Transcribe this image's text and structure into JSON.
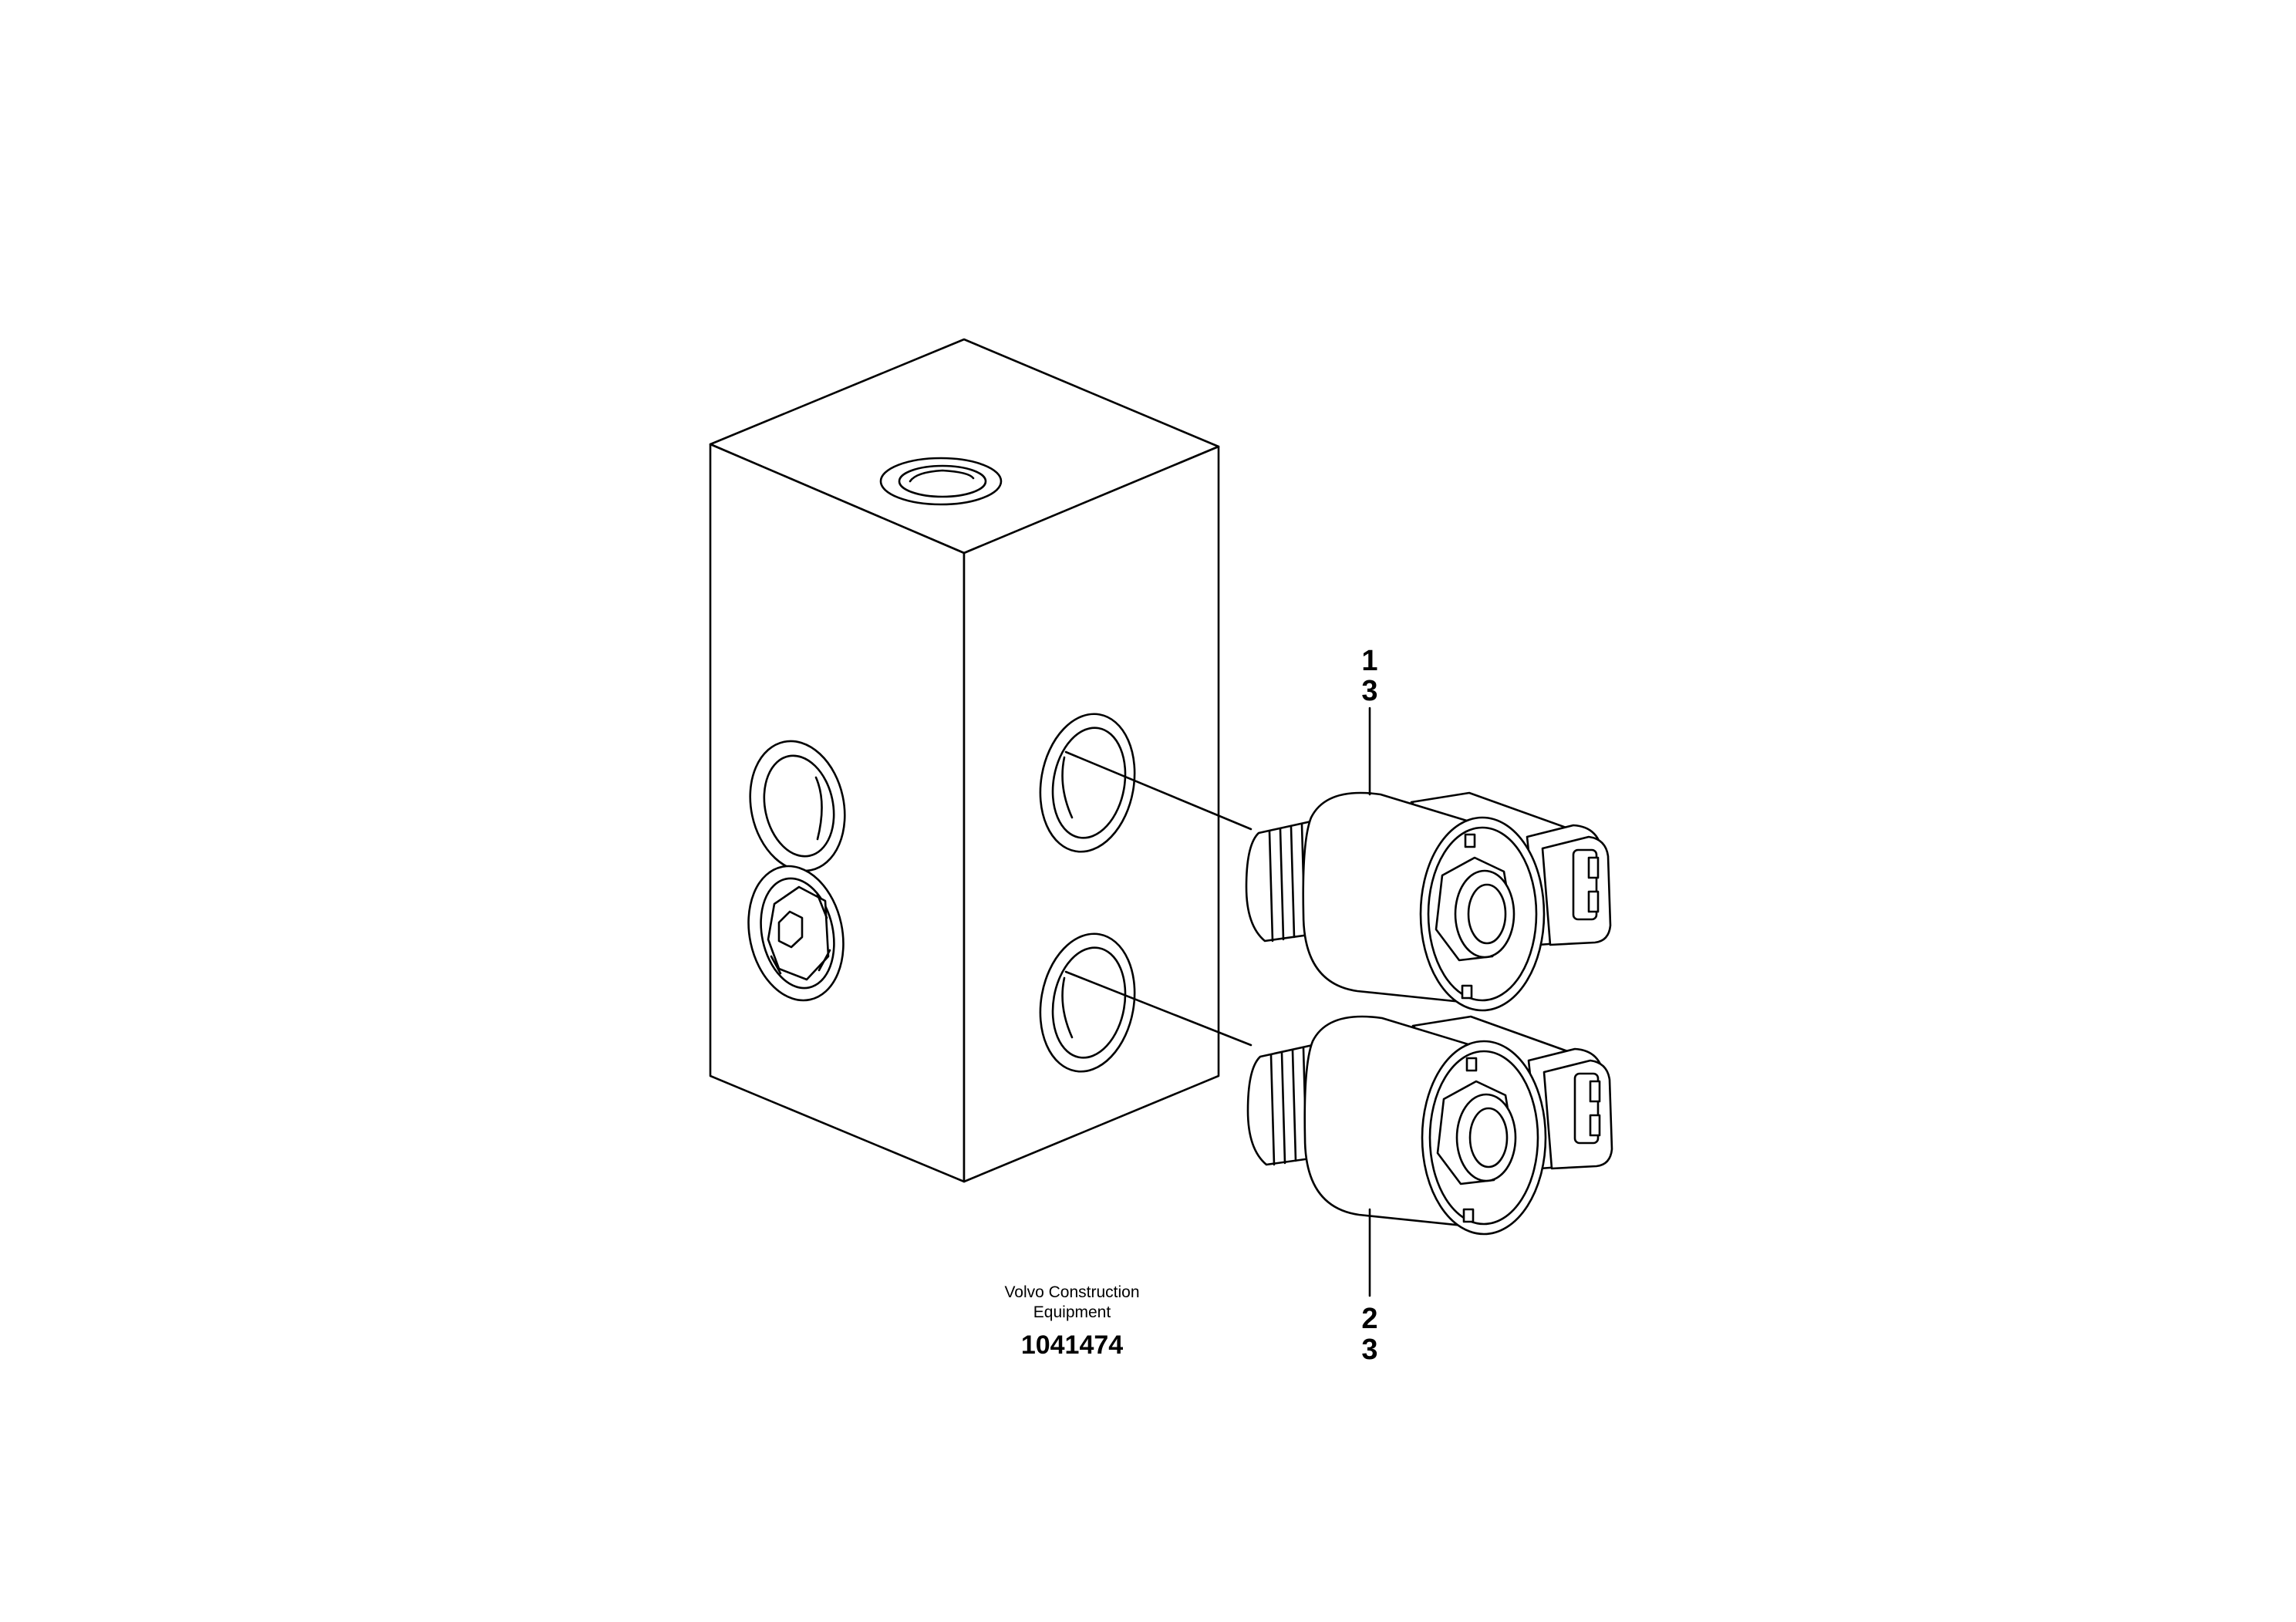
{
  "callouts": {
    "top_line1": "1",
    "top_line2": "3",
    "bottom_line1": "2",
    "bottom_line2": "3"
  },
  "caption": {
    "line1": "Volvo Construction",
    "line2": "Equipment"
  },
  "reference_number": "1041474",
  "colors": {
    "ink": "#000000",
    "paper": "#ffffff"
  }
}
